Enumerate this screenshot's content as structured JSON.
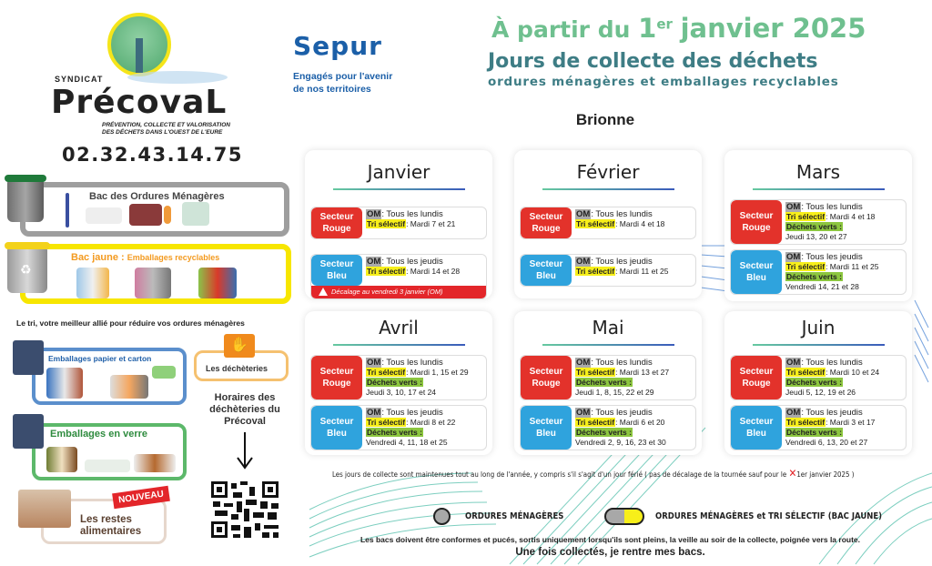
{
  "header": {
    "org_small": "SYNDICAT",
    "org_name": "PrécovaL",
    "org_tagline": "PRÉVENTION, COLLECTE ET VALORISATION DES DÉCHETS DANS L'OUEST DE L'EURE",
    "phone": "02.32.43.14.75",
    "partner_name": "Sepur",
    "partner_tagline_1": "Engagés pour l'avenir",
    "partner_tagline_2": "de nos territoires",
    "date_prefix": "À partir du",
    "date_day": "1",
    "date_sup": "er",
    "date_rest": "janvier 2025",
    "title": "Jours de collecte des déchets",
    "subtitle": "ordures ménagères et emballages recyclables",
    "town": "Brionne"
  },
  "sidebar": {
    "bac_om": "Bac des Ordures Ménagères",
    "bac_jaune": "Bac jaune :",
    "bac_jaune_sub": "Emballages recyclables",
    "tri_tip": "Le tri, votre meilleur allié pour réduire vos ordures ménagères",
    "papier": "Emballages papier et carton",
    "verre": "Emballages en verre",
    "restes": "Les restes alimentaires",
    "nouveau": "NOUVEAU",
    "decheteries": "Les déchèteries",
    "horaires": "Horaires des déchèteries du Précoval"
  },
  "labels": {
    "rouge": "Secteur Rouge",
    "bleu": "Secteur Bleu",
    "om": "OM",
    "tri": "Tri sélectif",
    "dv": "Déchets verts :"
  },
  "months": [
    {
      "name": "Janvier",
      "rouge": {
        "om": ": Tous les lundis",
        "tri": ": Mardi 7 et 21"
      },
      "bleu": {
        "om": ": Tous les jeudis",
        "tri": ": Mardi 14 et 28"
      },
      "warning": "Décalage au vendredi 3 janvier (OM)"
    },
    {
      "name": "Février",
      "rouge": {
        "om": ": Tous les lundis",
        "tri": ": Mardi 4 et 18"
      },
      "bleu": {
        "om": ": Tous les jeudis",
        "tri": ": Mardi 11 et 25"
      }
    },
    {
      "name": "Mars",
      "rouge": {
        "om": ": Tous les lundis",
        "tri": ": Mardi 4 et 18",
        "dv": "Jeudi 13, 20 et 27"
      },
      "bleu": {
        "om": ": Tous les jeudis",
        "tri": ": Mardi 11 et 25",
        "dv": "Vendredi 14, 21 et 28"
      }
    },
    {
      "name": "Avril",
      "rouge": {
        "om": ": Tous les lundis",
        "tri": ": Mardi 1, 15 et 29",
        "dv": "Jeudi 3, 10, 17 et 24"
      },
      "bleu": {
        "om": ": Tous les jeudis",
        "tri": ": Mardi 8 et 22",
        "dv": "Vendredi 4, 11, 18 et 25"
      }
    },
    {
      "name": "Mai",
      "rouge": {
        "om": ": Tous les lundis",
        "tri": ": Mardi 13 et 27",
        "dv": "Jeudi 1, 8, 15, 22 et 29"
      },
      "bleu": {
        "om": ": Tous les jeudis",
        "tri": ": Mardi 6 et 20",
        "dv": "Vendredi 2, 9, 16, 23 et 30"
      }
    },
    {
      "name": "Juin",
      "rouge": {
        "om": ": Tous les lundis",
        "tri": ": Mardi 10 et 24",
        "dv": "Jeudi 5, 12, 19 et 26"
      },
      "bleu": {
        "om": ": Tous les jeudis",
        "tri": ": Mardi 3 et 17",
        "dv": "Vendredi 6, 13, 20 et 27"
      }
    }
  ],
  "footer": {
    "note": "Les jours de collecte sont maintenues tout au long de l'année, y compris s'il s'agit d'un jour férié ( pas de décalage de la tournée sauf pour le",
    "note_end": "1er janvier 2025 )",
    "legend_om": "ORDURES MÉNAGÈRES",
    "legend_om_tri": "ORDURES MÉNAGÈRES et TRI SÉLECTIF (BAC JAUNE)",
    "rules": "Les bacs doivent être conformes et pucés, sortis uniquement lorsqu'ils sont pleins, la veille au soir de la collecte, poignée vers la route.",
    "reminder": "Une fois collectés, je rentre mes bacs."
  },
  "colors": {
    "rouge": "#e3322b",
    "bleu": "#2fa3dd",
    "om": "#aaaaaa",
    "tri": "#f7ef1a",
    "dv": "#8cc63f",
    "title_green": "#6fc08f",
    "title_teal": "#3e7d85"
  }
}
